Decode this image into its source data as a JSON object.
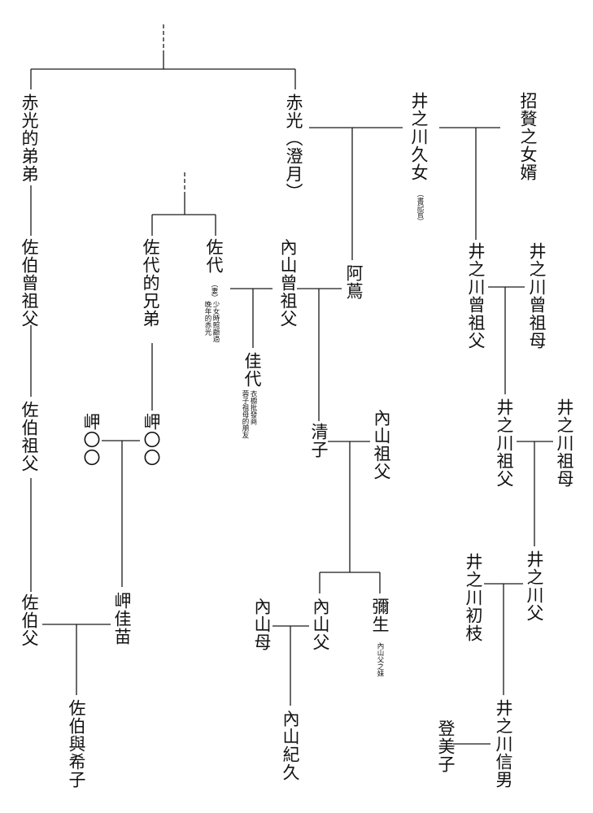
{
  "people": {
    "akamitsu_younger_brother": "赤光的弟弟",
    "akamitsu": "赤光（澄月）",
    "inokawa_hisame": "井之川久女",
    "inokawa_hisame_note": "（書記官）",
    "adopted_son_in_law": "招贅之女婿",
    "saeki_great_grandfather": "佐伯曾祖父",
    "sayo_younger_brother": "佐代的兄弟",
    "sayo": "佐代",
    "sayo_role": "（妻）",
    "sayo_note": [
      "少女時照顧過",
      "晚年的赤光"
    ],
    "uchiyama_great_grandfather": "內山曾祖父",
    "aman": "阿蔦",
    "inokawa_great_grandfather": "井之川曾祖父",
    "inokawa_great_grandmother": "井之川曾祖母",
    "kayo": "佳代",
    "kayo_note": [
      "衣櫥批發商",
      "蓉子祖母的朋友"
    ],
    "saeki_grandfather": "佐伯祖父",
    "misaki_a": "岬〇〇",
    "misaki_b": "岬〇〇",
    "kiyoko": "清子",
    "uchiyama_grandfather": "內山祖父",
    "inokawa_grandfather": "井之川祖父",
    "inokawa_grandmother": "井之川祖母",
    "inokawa_hatsue": "井之川初枝",
    "inokawa_father": "井之川父",
    "saeki_father": "佐伯父",
    "misaki_kanae": "岬佳苗",
    "uchiyama_mother": "內山母",
    "uchiyama_father": "內山父",
    "yayoi": "彌生",
    "yayoi_note": "內山父之妹",
    "saeki_yukiko": "佐伯與希子",
    "uchiyama_noriko": "內山紀久",
    "tomiko": "登美子",
    "inokawa_nobuo": "井之川信男"
  }
}
